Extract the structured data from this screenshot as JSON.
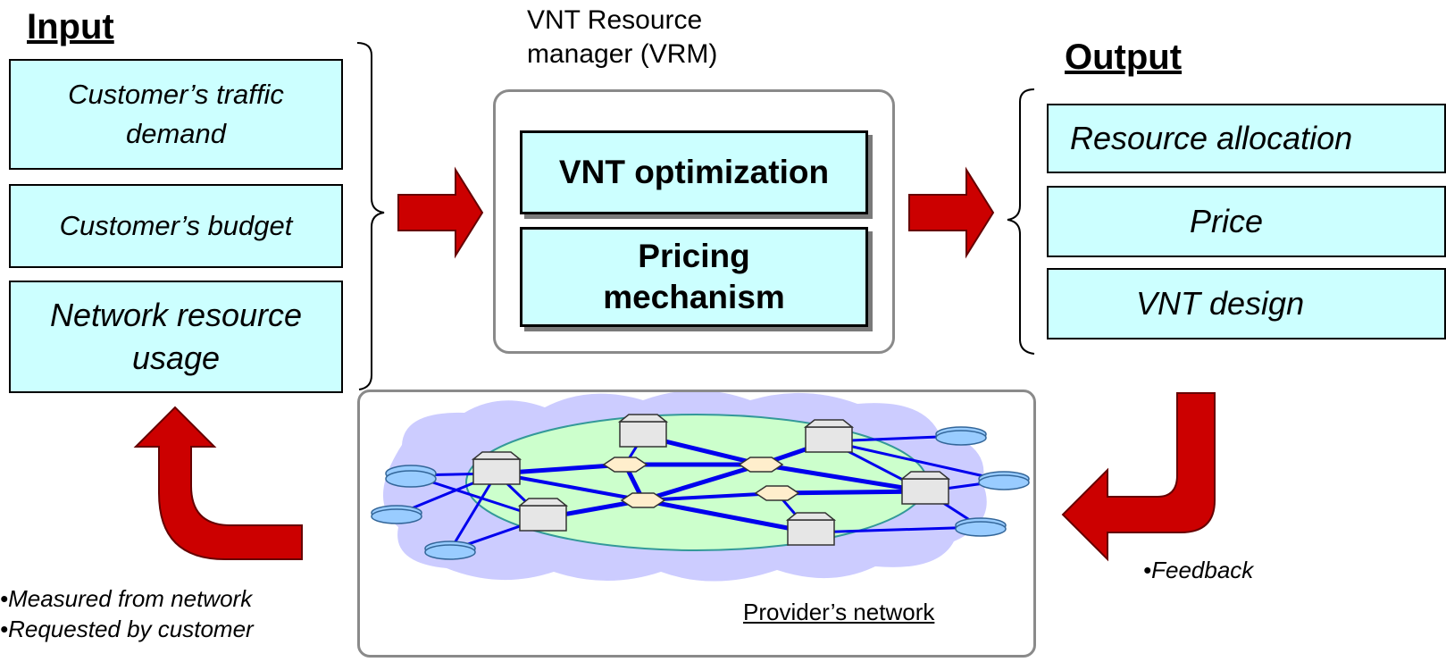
{
  "input": {
    "title": "Input",
    "items": [
      {
        "label": "Customer’s traffic demand"
      },
      {
        "label": "Customer’s budget"
      },
      {
        "label": "Network resource usage"
      }
    ]
  },
  "vrm": {
    "caption": "VNT Resource manager (VRM)",
    "blocks": [
      {
        "label": "VNT optimization"
      },
      {
        "label": "Pricing mechanism"
      }
    ]
  },
  "output": {
    "title": "Output",
    "items": [
      {
        "label": "Resource allocation"
      },
      {
        "label": "Price"
      },
      {
        "label": "VNT design"
      }
    ]
  },
  "notes": {
    "measured": "•Measured from network",
    "requested": "•Requested by customer",
    "feedback": "•Feedback"
  },
  "network": {
    "caption": "Provider’s network"
  },
  "colors": {
    "box_fill": "#ccffff",
    "arrow_red": "#cc0000",
    "cloud": "#ccccff",
    "ellipse": "#ccffcc",
    "link_blue": "#0000ee"
  }
}
